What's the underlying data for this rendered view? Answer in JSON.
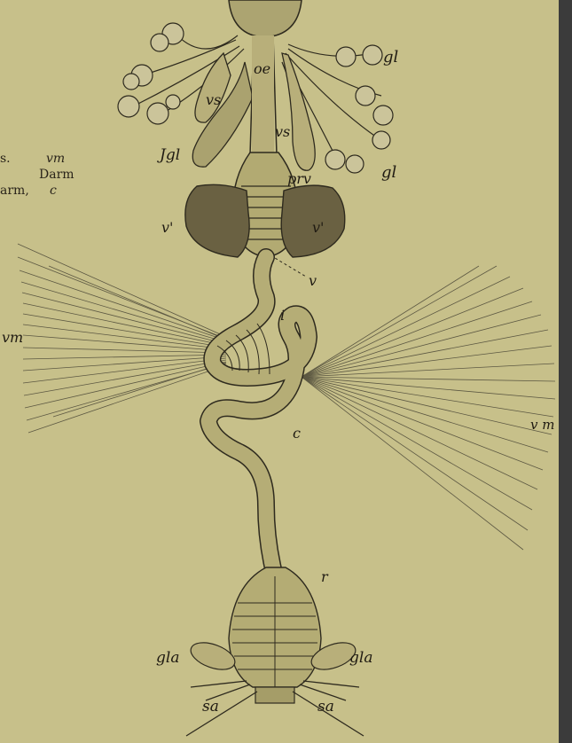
{
  "caption": {
    "line1_a": "s.",
    "line1_b": "vm",
    "line2": "Darm",
    "line3_a": "arm,",
    "line3_b": "c"
  },
  "labels": {
    "oe": "oe",
    "gl_top": "gl",
    "vs_left": "vs",
    "vs_right": "vs",
    "jgl": "Jgl",
    "gl_right": "gl",
    "prv": "prv",
    "v_prime_left": "v'",
    "v_prime_right": "v'",
    "v": "v",
    "i": "i",
    "vm_left": "vm",
    "vm_right": "v m",
    "c": "c",
    "r": "r",
    "gla_left": "gla",
    "gla_right": "gla",
    "sa_left": "sa",
    "sa_right": "sa"
  },
  "colors": {
    "paper": "#c7c08a",
    "ink": "#1f1a12",
    "organ_light": "#b3ab74",
    "organ_dark": "#5b5238",
    "edge_dark": "#3a3a3a"
  }
}
